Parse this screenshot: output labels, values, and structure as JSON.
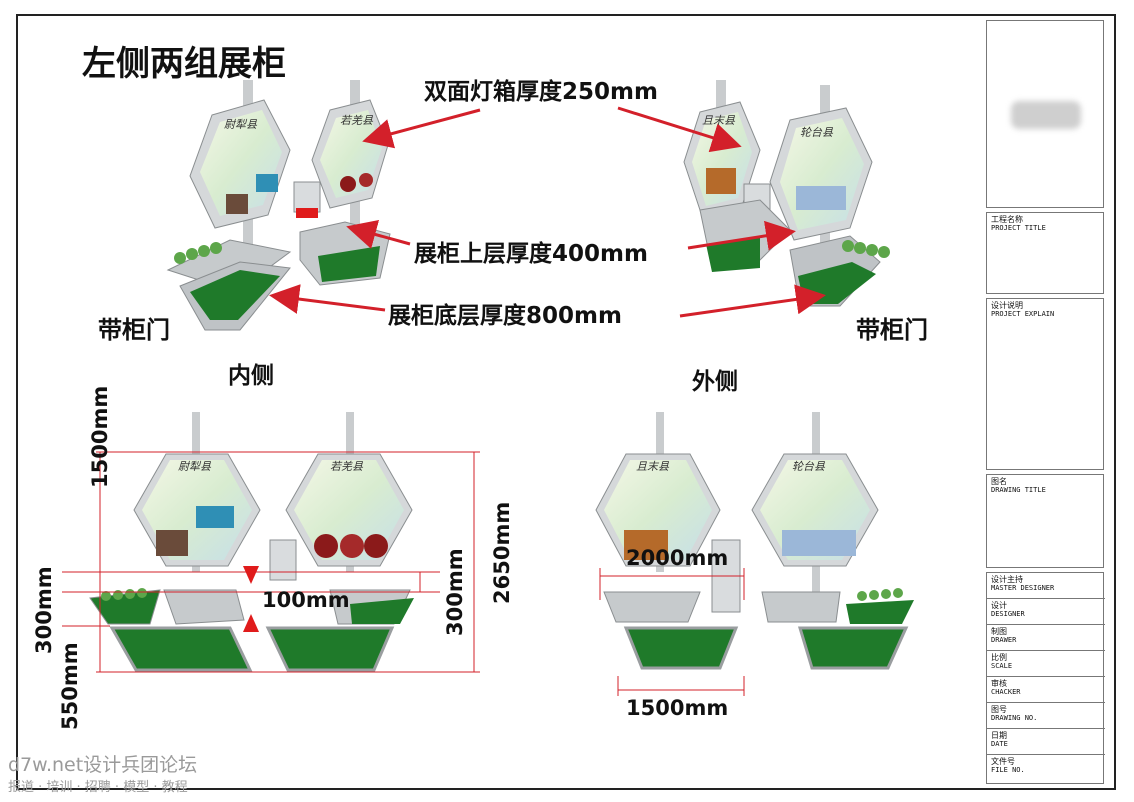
{
  "header": {
    "title": "左侧两组展柜"
  },
  "annotations": {
    "lightbox_thickness": "双面灯箱厚度250mm",
    "upper_layer_thickness": "展柜上层厚度400mm",
    "bottom_layer_thickness": "展柜底层厚度800mm",
    "cabinet_door_left": "带柜门",
    "cabinet_door_right": "带柜门"
  },
  "views": {
    "inner_label": "内侧",
    "outer_label": "外侧"
  },
  "dimensions": {
    "d1500_left": "1500mm",
    "d300_left": "300mm",
    "d550_left": "550mm",
    "d100": "100mm",
    "d300_right": "300mm",
    "d2650": "2650mm",
    "d2000": "2000mm",
    "d1500_bottom": "1500mm"
  },
  "panels": {
    "p1": "尉犁县",
    "p2": "若羌县",
    "p3": "且末县",
    "p4": "轮台县"
  },
  "title_block": {
    "project_title_cn": "工程名称",
    "project_title_en": "PROJECT TITLE",
    "project_explain_cn": "设计说明",
    "project_explain_en": "PROJECT EXPLAIN",
    "drawing_title_cn": "图名",
    "drawing_title_en": "DRAWING TITLE",
    "master_designer_cn": "设计主持",
    "master_designer_en": "MASTER DESIGNER",
    "designer_cn": "设计",
    "designer_en": "DESIGNER",
    "drawer_cn": "制图",
    "drawer_en": "DRAWER",
    "scale_cn": "比例",
    "scale_en": "SCALE",
    "checker_cn": "审核",
    "checker_en": "CHACKER",
    "drawing_no_cn": "图号",
    "drawing_no_en": "DRAWING NO.",
    "date_cn": "日期",
    "date_en": "DATE",
    "file_no_cn": "文件号",
    "file_no_en": "FILE NO."
  },
  "watermark": {
    "line1": "d7w.net设计兵团论坛",
    "line2": "报道 · 培训 · 招聘 · 模型 · 教程"
  },
  "colors": {
    "accent_red": "#d3202a",
    "cabinet_green": "#1f7a2a",
    "cabinet_gray": "#bfc3c6"
  }
}
